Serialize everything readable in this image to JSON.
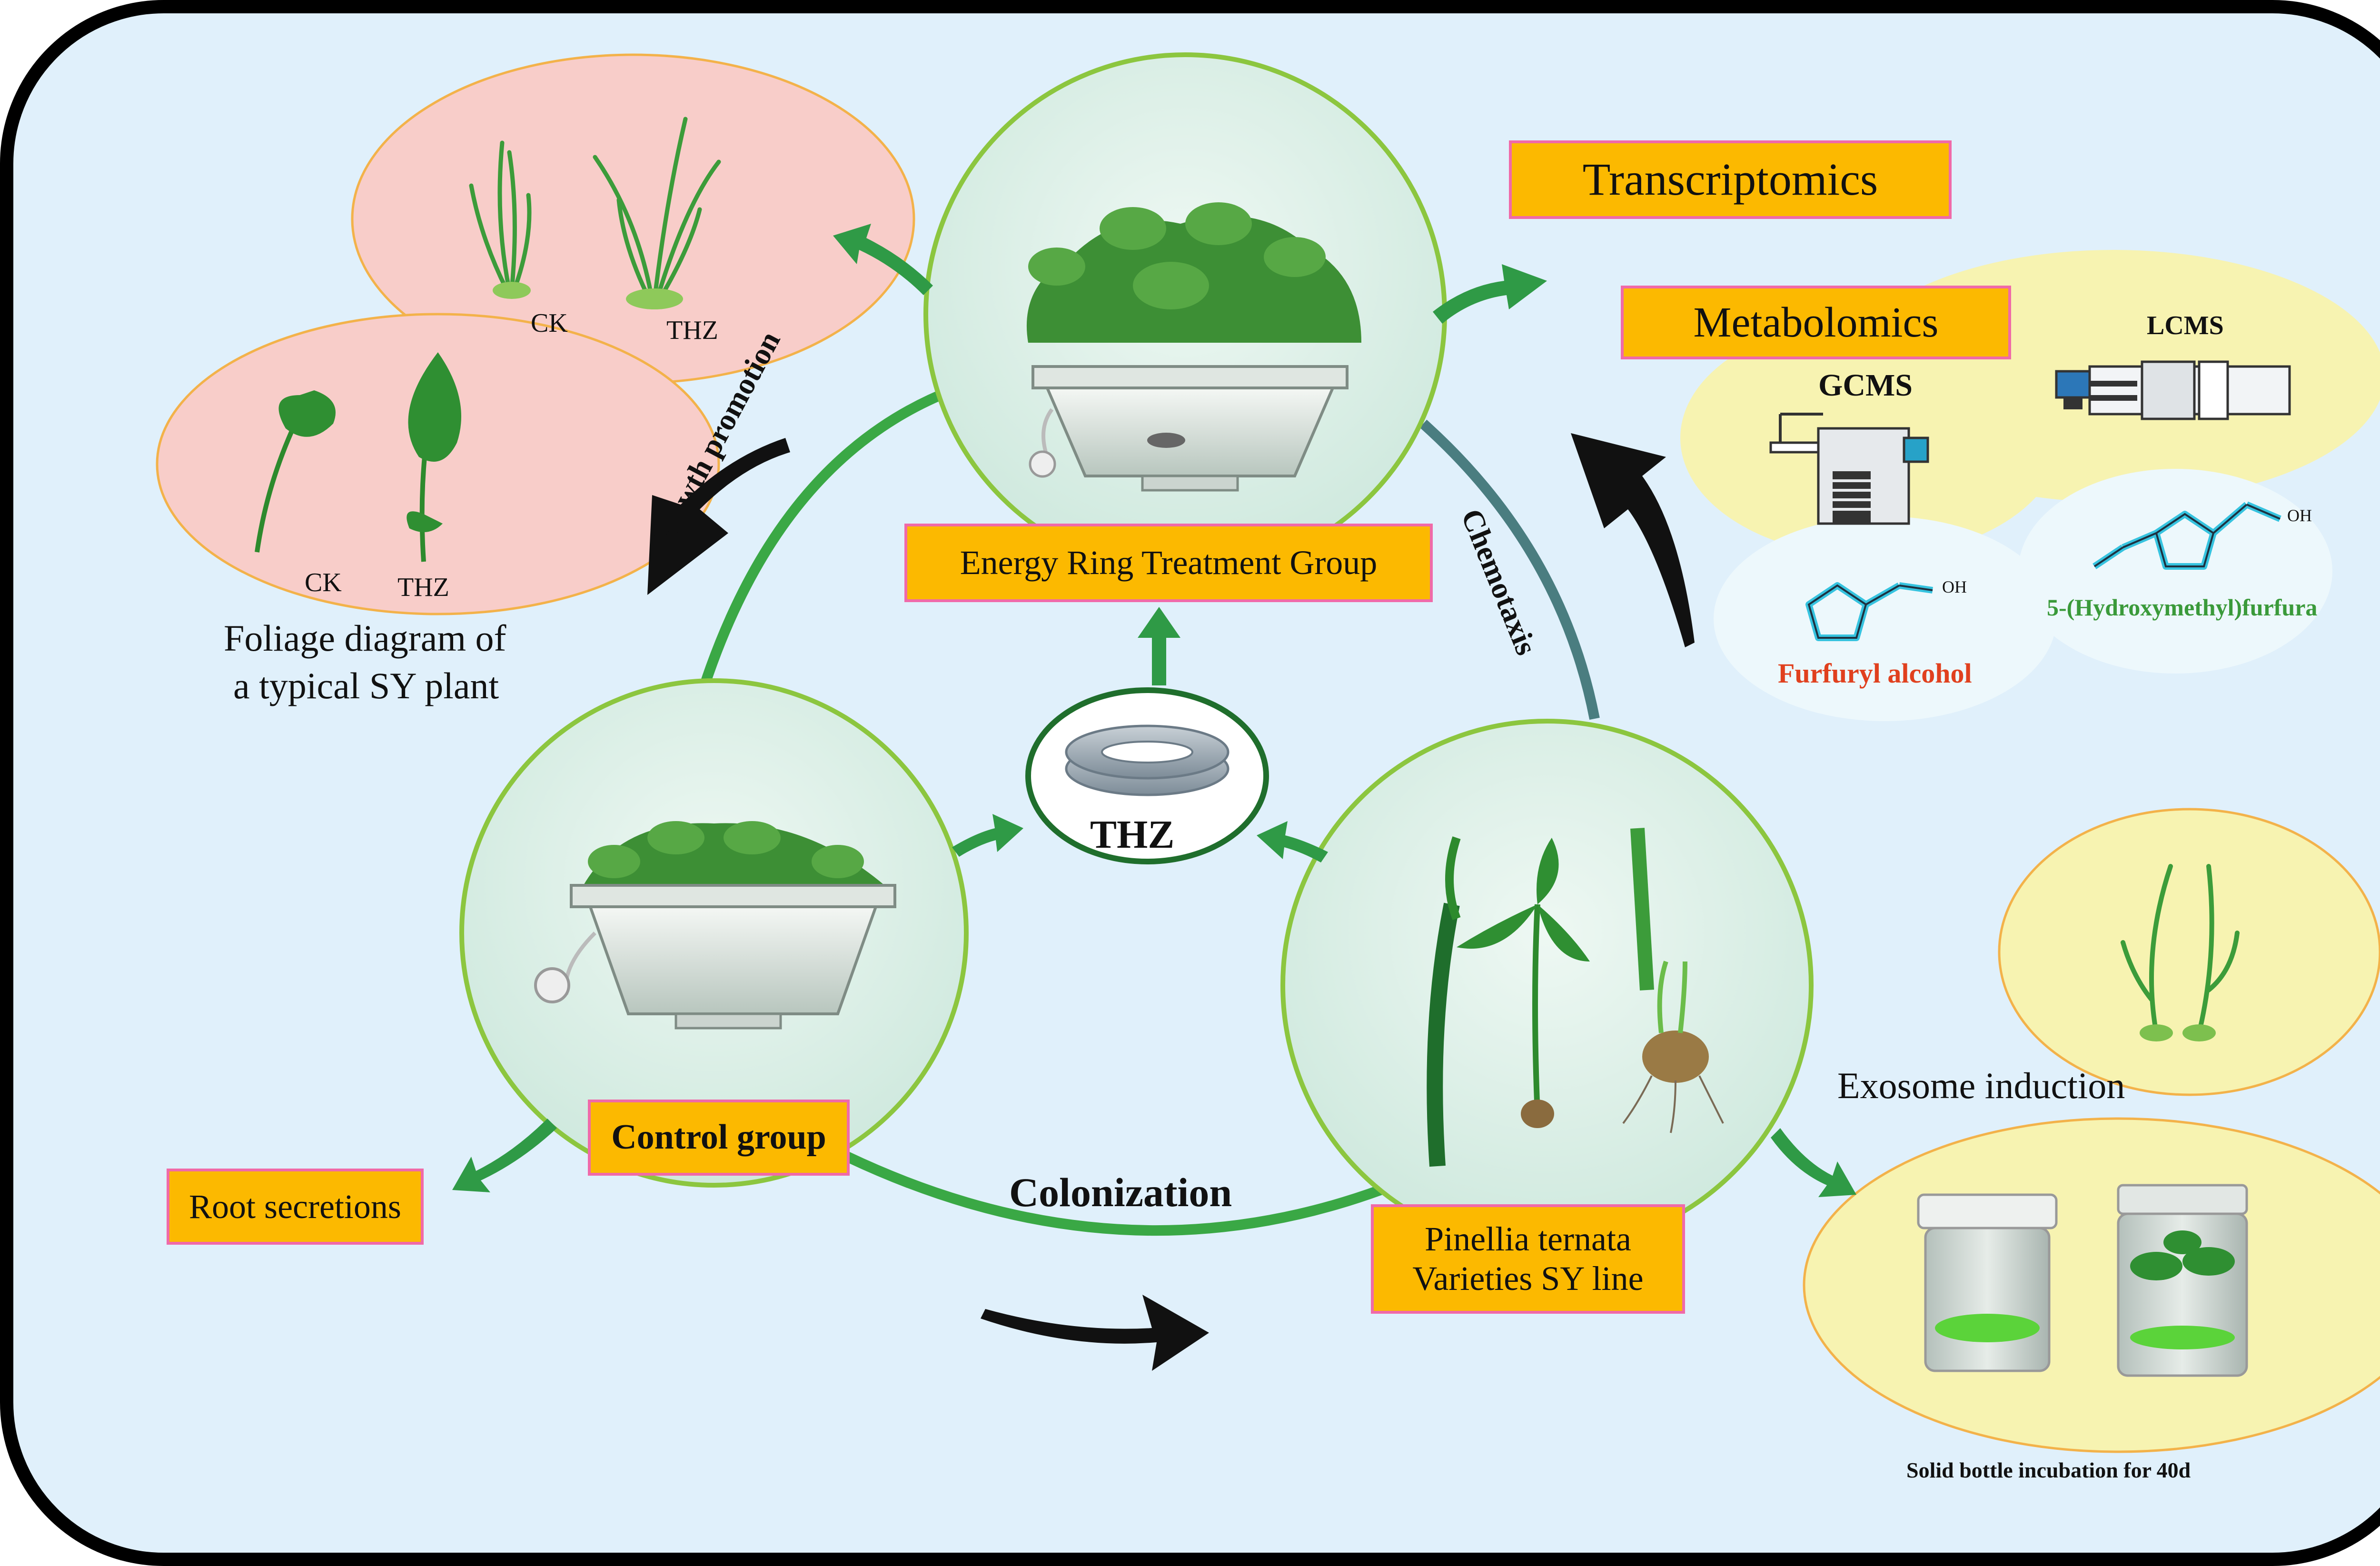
{
  "ring_labels": {
    "growth_promotion": "Growth promotion",
    "chemotaxis": "Chemotaxis",
    "colonization": "Colonization"
  },
  "boxes": {
    "transcriptomics": "Transcriptomics",
    "metabolomics": "Metabolomics",
    "energy_ring": "Energy Ring Treatment Group",
    "control_group": "Control group",
    "root_secretions": "Root secretions",
    "pinellia_line1": "Pinellia ternata",
    "pinellia_line2": "Varieties SY line"
  },
  "labels": {
    "thz_ring": "THZ",
    "ck_top": "CK",
    "thz_top": "THZ",
    "ck_leaf": "CK",
    "thz_leaf": "THZ",
    "foliage_line1": "Foliage diagram of",
    "foliage_line2": "a typical SY plant",
    "lcms": "LCMS",
    "gcms": "GCMS",
    "furfuryl": "Furfuryl alcohol",
    "hmf": "5-(Hydroxymethyl)furfura",
    "oh1": "OH",
    "oh2": "OH",
    "exosome": "Exosome induction",
    "bottle": "Solid bottle incubation for 40d"
  },
  "colors": {
    "background": "#e0f0fb",
    "box_fill": "#fcb900",
    "box_border": "#f06aa8",
    "pink_bubble": "#f8cdc9",
    "yellow_bubble": "#f7f3b1",
    "green_arrow": "#2f9a46",
    "black_arrow": "#111111",
    "furfuryl_text": "#e0401e",
    "hmf_text": "#3a9a3a",
    "molecule_cyan": "#36c3df"
  }
}
